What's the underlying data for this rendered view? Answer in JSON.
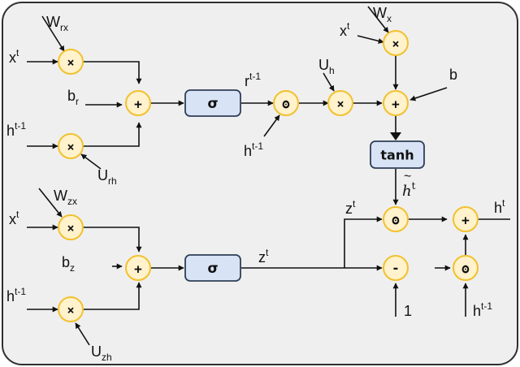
{
  "colors": {
    "panel_bg": "#efefef",
    "panel_border": "#2f2f2f",
    "node_fill": "#fff2cc",
    "node_stroke": "#f2c12e",
    "box_fill": "#d8e3f6",
    "box_stroke": "#2f3e57",
    "wire": "#111111"
  },
  "nodes": {
    "mul": "×",
    "add": "+",
    "hadamard": "ʘ",
    "sub": "-"
  },
  "boxes": {
    "sigma_r": "σ",
    "sigma_z": "σ",
    "tanh": "tanh"
  },
  "labels": {
    "x_r": {
      "base": "x",
      "sup": "t"
    },
    "W_rx": {
      "base": "W",
      "sub": "rx"
    },
    "b_r": {
      "base": "b",
      "sub": "r"
    },
    "h_r": {
      "base": "h",
      "sup": "t-1"
    },
    "U_rh": {
      "base": "U",
      "sub": "rh"
    },
    "r_out": {
      "base": "r",
      "sup": "t-1"
    },
    "h_gate": {
      "base": "h",
      "sup": "t-1"
    },
    "U_h": {
      "base": "U",
      "sub": "h"
    },
    "x_c": {
      "base": "x",
      "sup": "t"
    },
    "W_x": {
      "base": "W",
      "sub": "x"
    },
    "b": {
      "base": "b"
    },
    "h_tilde": {
      "base": "h",
      "accent": "~",
      "sup": "t"
    },
    "z_top": {
      "base": "z",
      "sup": "t"
    },
    "h_out": {
      "base": "h",
      "sup": "t"
    },
    "x_z": {
      "base": "x",
      "sup": "t"
    },
    "W_zx": {
      "base": "W",
      "sub": "zx"
    },
    "b_z": {
      "base": "b",
      "sub": "z"
    },
    "z_out": {
      "base": "z",
      "sup": "t"
    },
    "h_z": {
      "base": "h",
      "sup": "t-1"
    },
    "U_zh": {
      "base": "U",
      "sub": "zh"
    },
    "one": {
      "base": "1"
    },
    "h_prev": {
      "base": "h",
      "sup": "t-1"
    }
  }
}
